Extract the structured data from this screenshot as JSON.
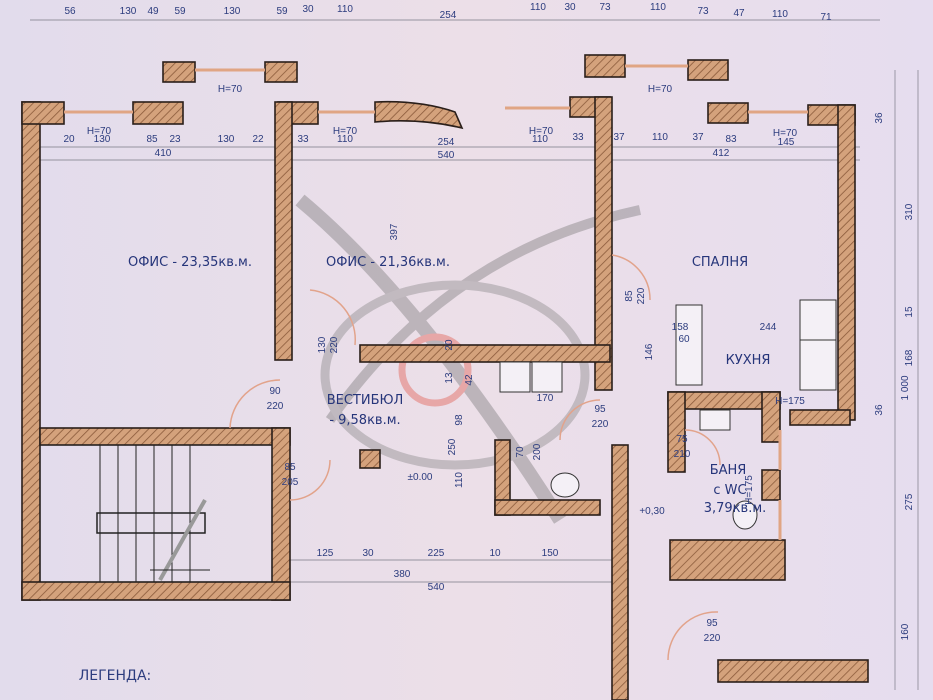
{
  "plan": {
    "rooms": {
      "office1": "ОФИС - 23,35кв.м.",
      "office2": "ОФИС - 21,36кв.м.",
      "bedroom": "СПАЛНЯ",
      "kitchen": "КУХНЯ",
      "vestibule": "ВЕСТИБЮЛ",
      "vestibule_area": "- 9,58кв.м.",
      "bath": "БАНЯ",
      "bath_wc": "с WC",
      "bath_area": "3,79кв.м."
    },
    "legend_title": "ЛЕГЕНДА:",
    "levels": {
      "vestibule": "±0.00",
      "corridor": "+0,30"
    },
    "dimensions_top": [
      "56",
      "130",
      "49",
      "59",
      "130",
      "59",
      "30",
      "110",
      "254",
      "110",
      "30",
      "73",
      "110",
      "73",
      "47",
      "110",
      "71"
    ],
    "dimensions_inner": [
      "20",
      "130",
      "85",
      "23",
      "130",
      "22",
      "33",
      "110",
      "254",
      "540",
      "410",
      "110",
      "33",
      "37",
      "110",
      "37",
      "83",
      "412",
      "145"
    ],
    "dimensions_bottom": [
      "125",
      "30",
      "225",
      "10",
      "150",
      "380",
      "540"
    ],
    "dimensions_right": [
      "36",
      "310",
      "15",
      "168",
      "1 000",
      "36",
      "275",
      "160"
    ],
    "dimensions_misc": [
      "397",
      "158",
      "244",
      "146",
      "170",
      "250",
      "110",
      "98",
      "200",
      "70",
      "60",
      "42",
      "13",
      "20"
    ],
    "window_heights": [
      "H=70",
      "H=70",
      "H=70",
      "H=70",
      "H=70",
      "H=70",
      "H=175",
      "H=175"
    ],
    "doors": [
      {
        "w": "90",
        "h": "220"
      },
      {
        "w": "85",
        "h": "205"
      },
      {
        "w": "130",
        "h": "220"
      },
      {
        "w": "95",
        "h": "220"
      },
      {
        "w": "85",
        "h": "220"
      },
      {
        "w": "75",
        "h": "210"
      },
      {
        "w": "95",
        "h": "220"
      }
    ],
    "colors": {
      "wall_fill": "#c9946a",
      "wall_stroke": "#2a1f1a",
      "text": "#2c3c7e",
      "window": "#e0a584",
      "paper": "#e4dcec"
    }
  }
}
